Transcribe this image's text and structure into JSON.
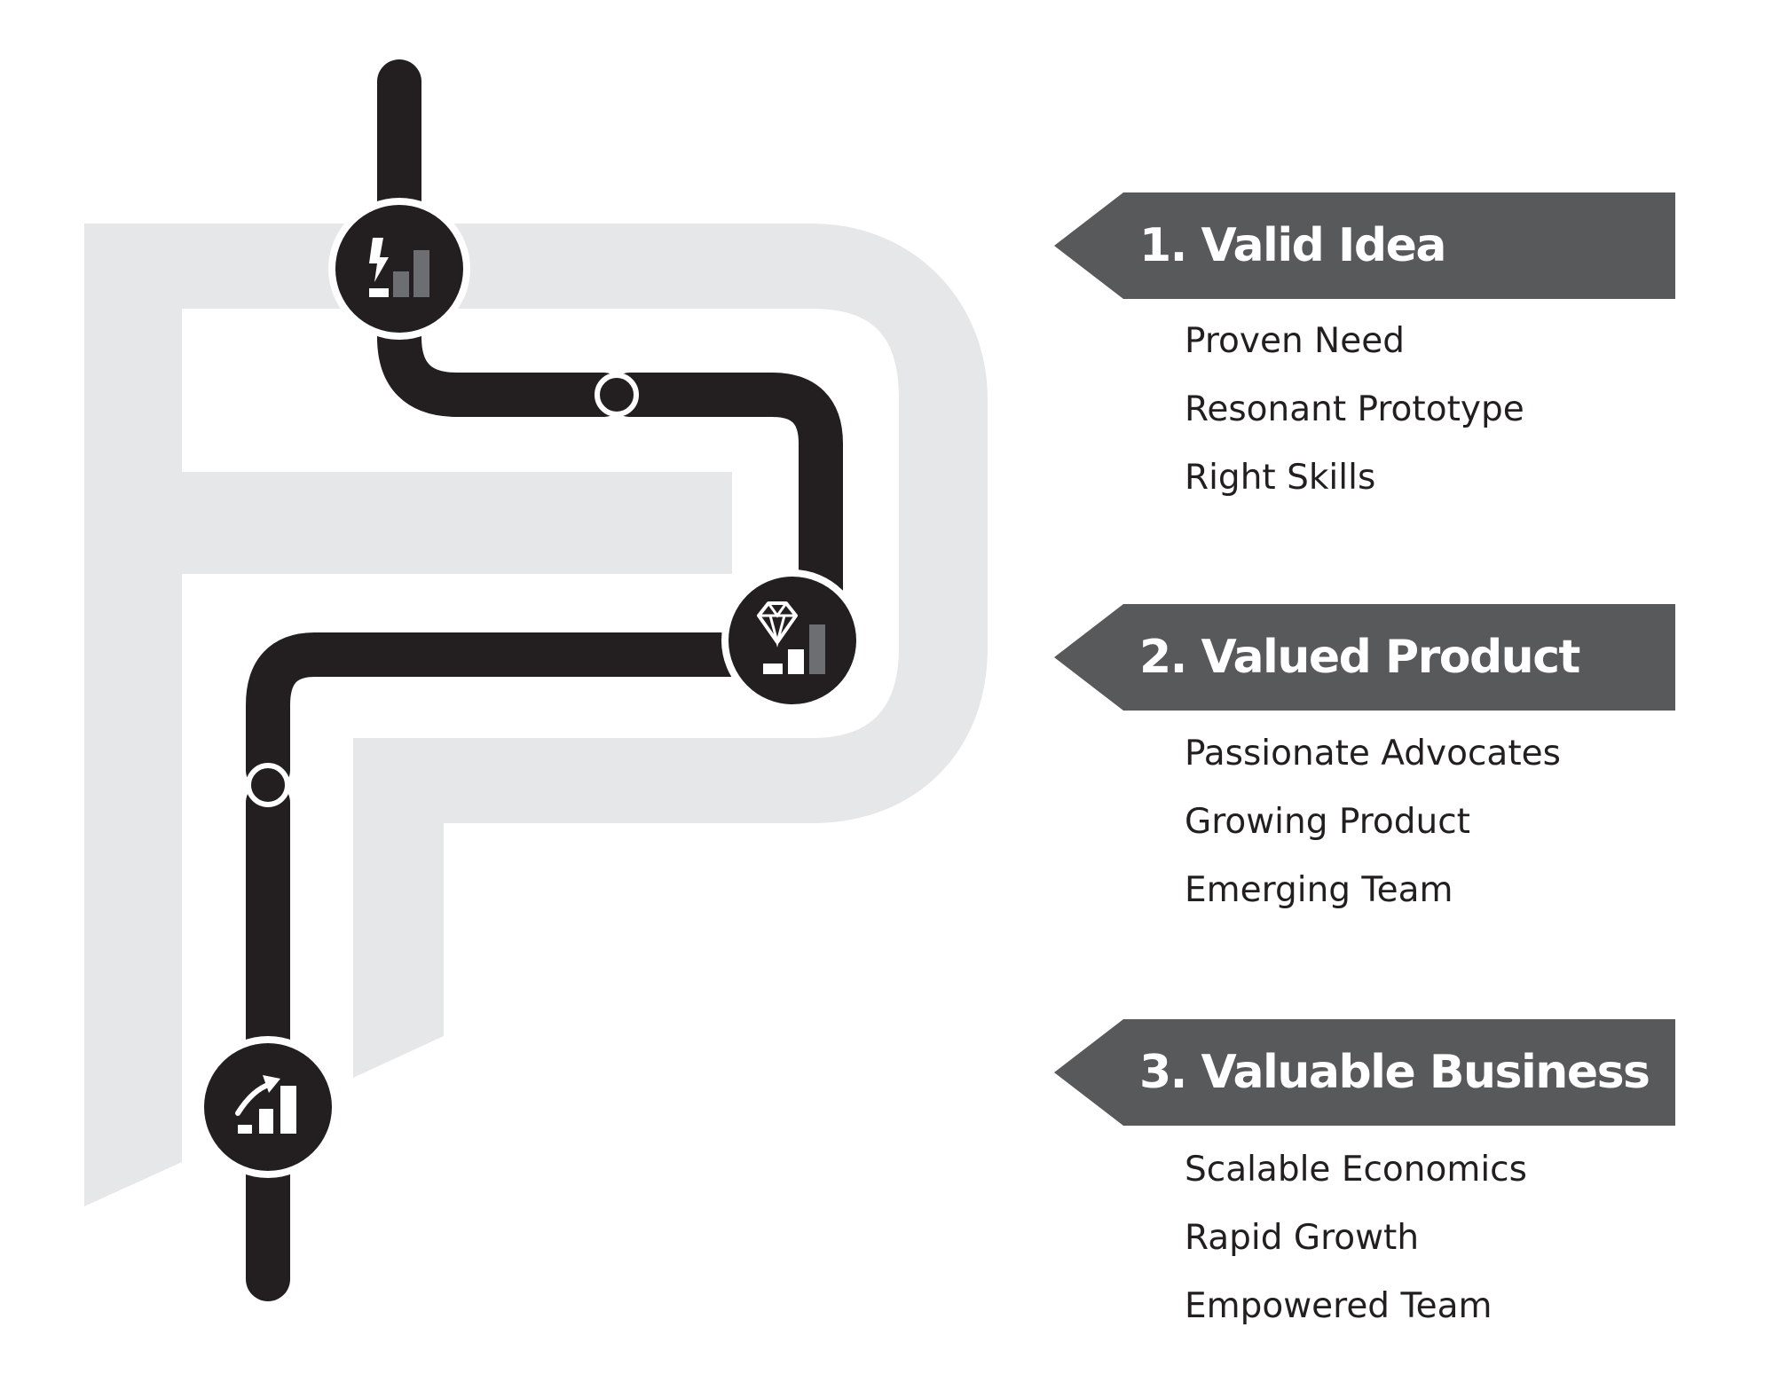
{
  "colors": {
    "logo_gray": "#e6e7e8",
    "road_black": "#231f20",
    "banner_gray": "#58595b",
    "icon_dim_gray": "#6d6e71",
    "text_dark": "#231f20"
  },
  "stages": [
    {
      "title": "1. Valid Idea",
      "icon": "lightning-bars-icon",
      "items": [
        "Proven Need",
        "Resonant Prototype",
        "Right Skills"
      ]
    },
    {
      "title": "2. Valued Product",
      "icon": "diamond-bars-icon",
      "items": [
        "Passionate Advocates",
        "Growing Product",
        "Emerging Team"
      ]
    },
    {
      "title": "3. Valuable Business",
      "icon": "growth-arrow-bars-icon",
      "items": [
        "Scalable Economics",
        "Rapid Growth",
        "Empowered Team"
      ]
    }
  ]
}
